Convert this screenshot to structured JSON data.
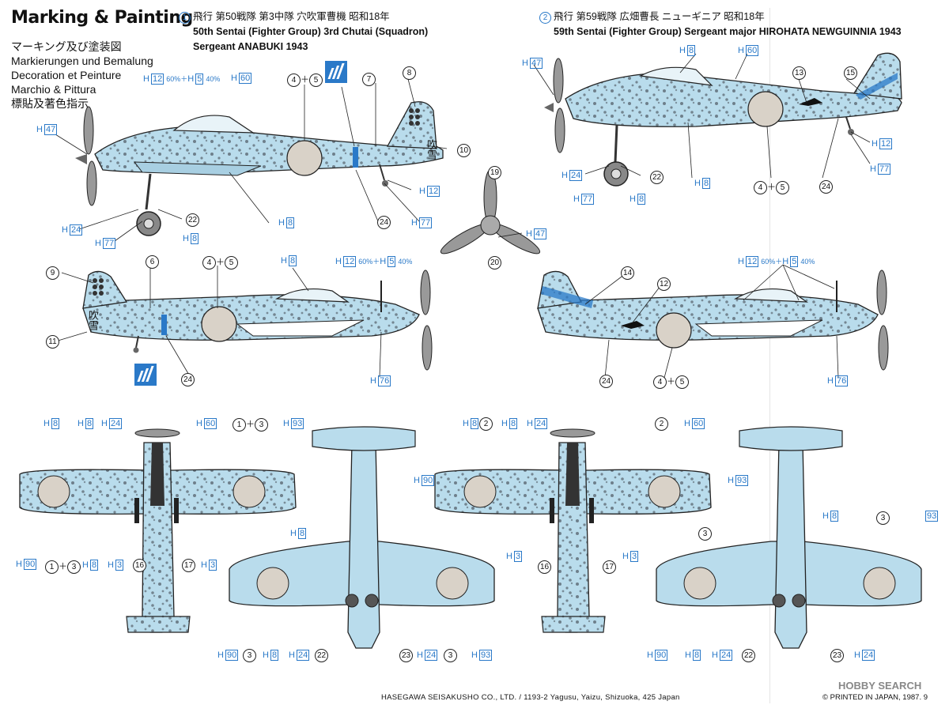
{
  "header": {
    "title": "Marking & Painting",
    "languages": [
      "マーキング及び塗装図",
      "Markierungen und Bemalung",
      "Decoration et Peinture",
      "Marchio & Pittura",
      "標貼及著色指示"
    ]
  },
  "schemes": [
    {
      "number": "1",
      "jp": "飛行 第50戦隊 第3中隊 穴吹軍曹機 昭和18年",
      "en1": "50th Sentai (Fighter Group) 3rd Chutai (Squadron)",
      "en2": "Sergeant ANABUKI 1943"
    },
    {
      "number": "2",
      "jp": "飛行 第59戦隊 広畑曹長 ニューギニア 昭和18年",
      "en1": "59th Sentai (Fighter Group) Sergeant  major  HIROHATA NEWGUINNIA 1943"
    }
  ],
  "labels": {
    "h": "H",
    "h8": "8",
    "h12": "12",
    "h24": "24",
    "h47": "47",
    "h60": "60",
    "h76": "76",
    "h77": "77",
    "h90": "90",
    "h93": "93",
    "h3": "3",
    "h5": "5",
    "pct60": "60%＋",
    "pct40": "40%",
    "n1": "1",
    "n2": "2",
    "n3": "3",
    "n4": "4",
    "n5": "5",
    "n6": "6",
    "n7": "7",
    "n8": "8",
    "n9": "9",
    "n10": "10",
    "n11": "11",
    "n12": "12",
    "n13": "13",
    "n14": "14",
    "n15": "15",
    "n16": "16",
    "n17": "17",
    "n19": "19",
    "n20": "20",
    "n22": "22",
    "n23": "23",
    "n24": "24",
    "plus": "＋",
    "kanji_fubuki": "吹雪"
  },
  "colors": {
    "callout": "#2a79c8",
    "skin": "#b9dcec",
    "mottle": "#55606a",
    "hinomaru": "#d9d2c8",
    "band_blue": "#2a79c8"
  },
  "footer": {
    "company": "HASEGAWA SEISAKUSHO CO., LTD.  /  1193-2 Yagusu, Yaizu, Shizuoka, 425 Japan",
    "printed": "© PRINTED IN JAPAN, 1987. 9",
    "watermark": "HOBBY SEARCH"
  }
}
